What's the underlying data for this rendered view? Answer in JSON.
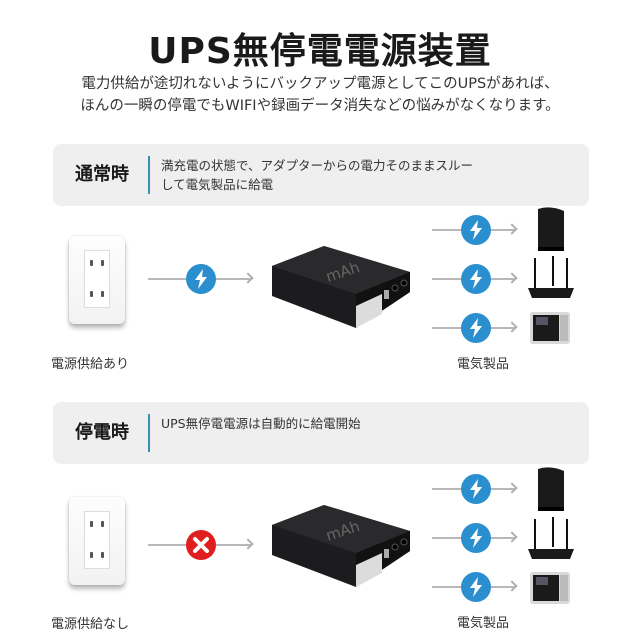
{
  "title": "UPS無停電電源装置",
  "intro": {
    "line1": "電力供給が途切れないようにバックアップ電源としてこのUPSがあれば、",
    "line2": "ほんの一瞬の停電でもWIFIや録画データ消失などの悩みがなくなります。"
  },
  "sections": [
    {
      "label": "通常時",
      "desc_line1": "満充電の状態で、アダプターからの電力そのままスルー",
      "desc_line2": "して電気製品に給電",
      "source_caption": "電源供給あり",
      "source_status": "power-on",
      "connector_icon": "lightning-icon",
      "devices_caption": "電気製品",
      "devices": [
        "modem",
        "wifi-router",
        "time-clock-terminal"
      ]
    },
    {
      "label": "停電時",
      "desc_line1": "UPS無停電電源は自動的に給電開始",
      "desc_line2": "",
      "source_caption": "電源供給なし",
      "source_status": "power-off",
      "connector_icon": "x-icon",
      "devices_caption": "電気製品",
      "devices": [
        "modem",
        "wifi-router",
        "time-clock-terminal"
      ]
    }
  ],
  "product_logo": "mAh",
  "colors": {
    "accent_blue": "#2b8fcf",
    "error_red": "#e01e1e",
    "panel_bg": "#efefef",
    "divider": "#3b8fb0"
  }
}
